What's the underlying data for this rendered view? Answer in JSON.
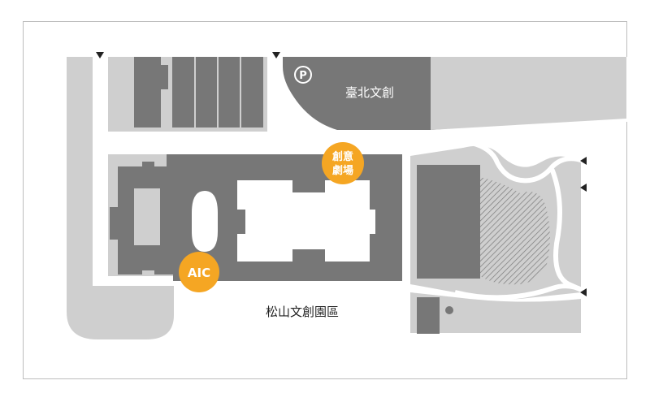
{
  "map": {
    "labels": {
      "taipei_culture": "臺北文創",
      "songshan_park": "松山文創園區"
    },
    "markers": {
      "creative_theater": {
        "line1": "創意",
        "line2": "劇場"
      },
      "aic": "AIC",
      "parking": "P"
    },
    "colors": {
      "background": "#ffffff",
      "frame_border": "#bdbdbd",
      "light_area": "#cfcfcf",
      "building": "#777777",
      "path_white": "#ffffff",
      "marker_orange": "#f5a623",
      "marker_text": "#ffffff",
      "label_text": "#222222",
      "entrance_arrow": "#222222"
    }
  }
}
